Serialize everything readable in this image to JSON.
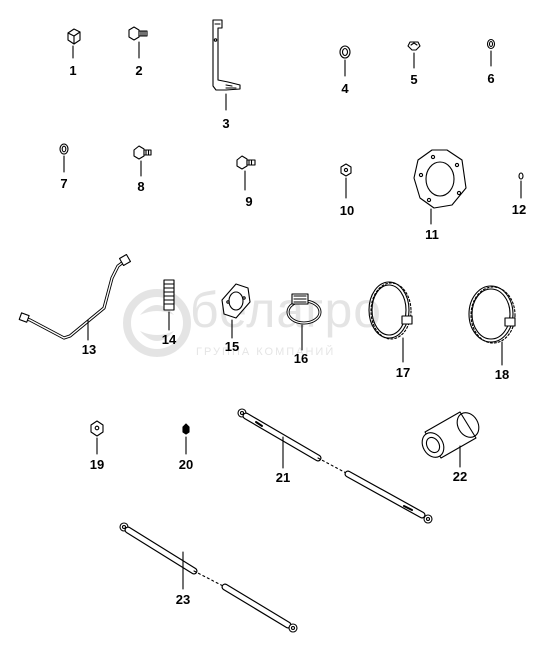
{
  "diagram": {
    "corner_mark": "",
    "watermark": {
      "brand": "белагро",
      "subtitle": "ГРУППА КОМПАНИЙ"
    },
    "parts": [
      {
        "id": "p1",
        "label": "1",
        "shape": "hex-bolt-head"
      },
      {
        "id": "p2",
        "label": "2",
        "shape": "bolt"
      },
      {
        "id": "p3",
        "label": "3",
        "shape": "bracket"
      },
      {
        "id": "p4",
        "label": "4",
        "shape": "washer"
      },
      {
        "id": "p5",
        "label": "5",
        "shape": "plug"
      },
      {
        "id": "p6",
        "label": "6",
        "shape": "o-ring"
      },
      {
        "id": "p7",
        "label": "7",
        "shape": "o-ring"
      },
      {
        "id": "p8",
        "label": "8",
        "shape": "bolt"
      },
      {
        "id": "p9",
        "label": "9",
        "shape": "bolt"
      },
      {
        "id": "p10",
        "label": "10",
        "shape": "nut"
      },
      {
        "id": "p11",
        "label": "11",
        "shape": "flange-gasket"
      },
      {
        "id": "p12",
        "label": "12",
        "shape": "small-washer"
      },
      {
        "id": "p13",
        "label": "13",
        "shape": "bent-tube"
      },
      {
        "id": "p14",
        "label": "14",
        "shape": "stud"
      },
      {
        "id": "p15",
        "label": "15",
        "shape": "gasket"
      },
      {
        "id": "p16",
        "label": "16",
        "shape": "hose-clamp"
      },
      {
        "id": "p17",
        "label": "17",
        "shape": "band-clamp"
      },
      {
        "id": "p18",
        "label": "18",
        "shape": "band-clamp"
      },
      {
        "id": "p19",
        "label": "19",
        "shape": "nut"
      },
      {
        "id": "p20",
        "label": "20",
        "shape": "small-nut"
      },
      {
        "id": "p21",
        "label": "21",
        "shape": "hose"
      },
      {
        "id": "p22",
        "label": "22",
        "shape": "sleeve"
      },
      {
        "id": "p23",
        "label": "23",
        "shape": "hose"
      }
    ]
  }
}
